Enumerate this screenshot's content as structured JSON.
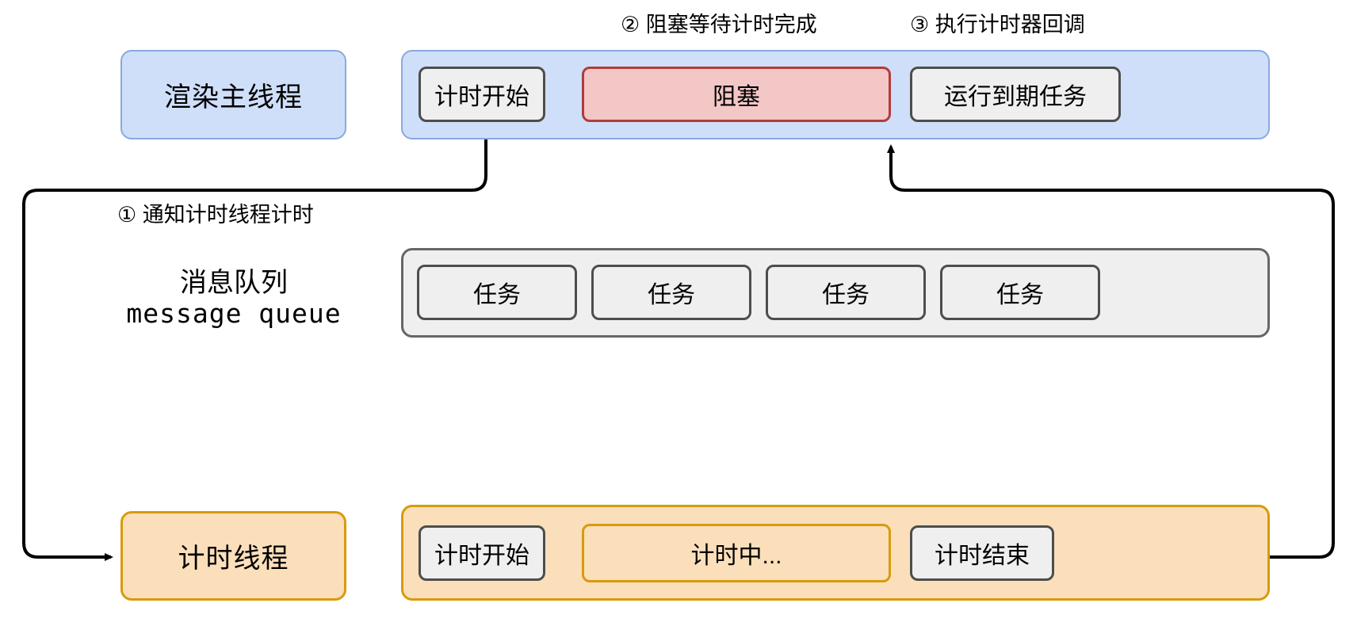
{
  "diagram": {
    "title_steps": [
      {
        "id": "step2",
        "text": "② 阻塞等待计时完成"
      },
      {
        "id": "step3",
        "text": "③ 执行计时器回调"
      },
      {
        "id": "step1",
        "text": "① 通知计时线程计时"
      }
    ],
    "lanes": [
      {
        "id": "render-main-thread",
        "label": "渲染主线程",
        "color": "#cfdffa",
        "border": "#8aa9dd",
        "chips": [
          {
            "id": "timing-start",
            "text": "计时开始",
            "style": "grey"
          },
          {
            "id": "blocked",
            "text": "阻塞",
            "style": "red"
          },
          {
            "id": "run-due-task",
            "text": "运行到期任务",
            "style": "grey"
          }
        ]
      },
      {
        "id": "message-queue",
        "label_cn": "消息队列",
        "label_en": "message queue",
        "color": "#efefef",
        "border": "#666666",
        "chips": [
          {
            "id": "task-1",
            "text": "任务",
            "style": "grey"
          },
          {
            "id": "task-2",
            "text": "任务",
            "style": "grey"
          },
          {
            "id": "task-3",
            "text": "任务",
            "style": "grey"
          },
          {
            "id": "task-4",
            "text": "任务",
            "style": "grey"
          }
        ]
      },
      {
        "id": "timer-thread",
        "label": "计时线程",
        "color": "#fbdfbb",
        "border": "#d79b0b",
        "chips": [
          {
            "id": "timer-start",
            "text": "计时开始",
            "style": "grey"
          },
          {
            "id": "timer-running",
            "text": "计时中...",
            "style": "orange"
          },
          {
            "id": "timer-end",
            "text": "计时结束",
            "style": "grey"
          }
        ]
      }
    ],
    "connectors": [
      {
        "id": "notify-timer-thread",
        "from": "timing-start",
        "to": "timer-thread-lane",
        "arrow": "right"
      },
      {
        "id": "timer-done-callback",
        "from": "timer-end",
        "to": "blocked",
        "arrow": "up"
      }
    ]
  }
}
